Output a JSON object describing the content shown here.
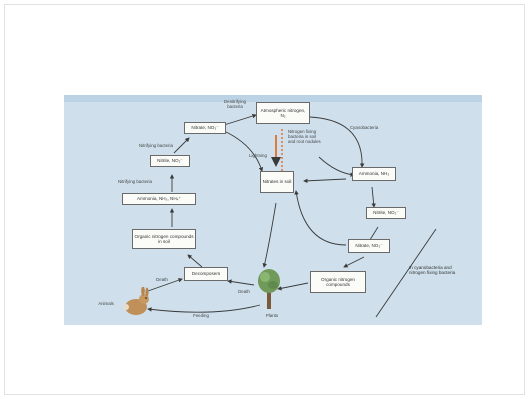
{
  "boxes": {
    "atmospheric": "Atmospheric nitrogen, N₂",
    "nitrate_top": "Nitrate, NO₃⁻",
    "nitrite_left": "Nitrite, NO₂⁻",
    "ammonia_left": "Ammonia, NH₃, NH₄⁺",
    "organic_soil": "Organic nitrogen compounds in soil",
    "decomposers": "Decomposers",
    "nitrates_soil": "Nitrates in soil",
    "ammonia_right": "Ammonia, NH₃",
    "nitrite_right": "Nitrite, NO₂⁻",
    "nitrate_right": "Nitrate, NO₃⁻",
    "organic_right": "Organic nitrogen compounds"
  },
  "labels": {
    "denitrifying": "Denitrifying bacteria",
    "nitrifying_1": "Nitrifying bacteria",
    "nitrifying_2": "Nitrifying bacteria",
    "lightning": "Lightning",
    "nitrogen_fixing": "Nitrogen fixing bacteria in soil and root nodules",
    "cyanobacteria": "Cyanobacteria",
    "cyano_note": "In cyanobacteria and nitrogen fixing bacteria",
    "death_1": "Death",
    "death_2": "Death",
    "feeding": "Feeding",
    "animals": "Animals",
    "plants": "Plants"
  },
  "colors": {
    "panel": "#cfe0ec",
    "box": "#fbfbf7",
    "arrow": "#3a3a3a",
    "lightning": "#e07a3a"
  }
}
